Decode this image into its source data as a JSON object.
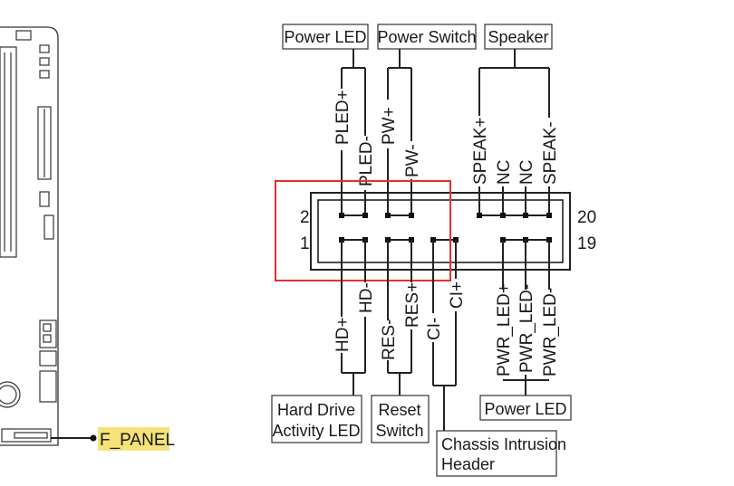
{
  "top_groups": [
    {
      "label": "Power LED"
    },
    {
      "label": "Power Switch"
    },
    {
      "label": "Speaker"
    }
  ],
  "bottom_groups": [
    {
      "line1": "Hard Drive",
      "line2": "Activity LED"
    },
    {
      "line1": "Reset",
      "line2": "Switch"
    },
    {
      "line1": "Chassis Intrusion",
      "line2": "Header"
    },
    {
      "line1": "Power LED",
      "line2": ""
    }
  ],
  "top_pins": [
    "PLED+",
    "PLED-",
    "PW+",
    "PW-",
    "SPEAK+",
    "NC",
    "NC",
    "SPEAK-"
  ],
  "bottom_pins": [
    "HD+",
    "HD-",
    "RES-",
    "RES+",
    "CI-",
    "CI+",
    "PWR_LED+",
    "PWR_LED-",
    "PWR_LED-"
  ],
  "pin_numbers": {
    "left_top": "2",
    "left_bottom": "1",
    "right_top": "20",
    "right_bottom": "19"
  },
  "header_name": "F_PANEL",
  "colors": {
    "highlight_box": "#e53030",
    "label_highlight": "#f7e27a",
    "ink": "#222222"
  }
}
